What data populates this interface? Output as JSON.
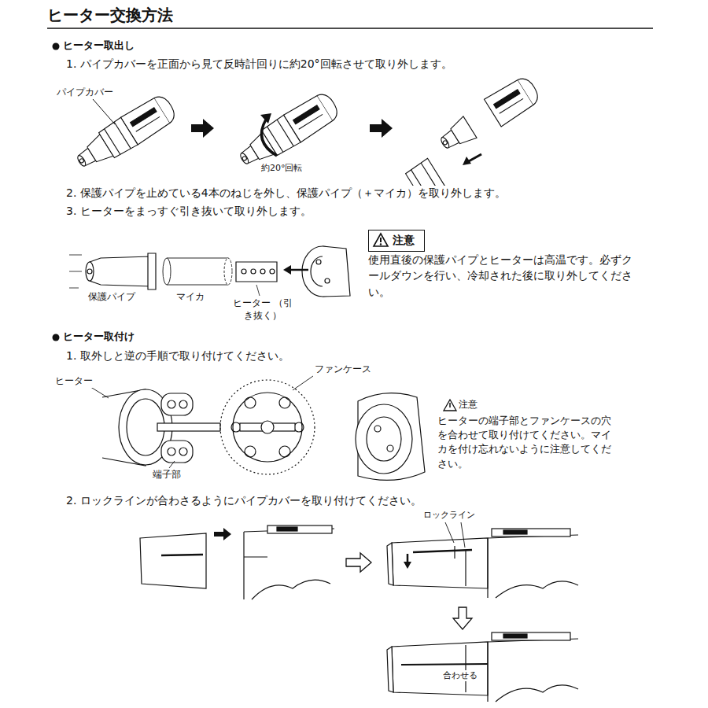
{
  "diagram": {
    "title": "ヒーター交換方法",
    "nodes": [
      {
        "text": [
          "注意"
        ]
      }
    ],
    "labels": [
      "ヒーター取出し",
      "1. パイプカバーを正面から見て反時計回りに約20°回転させて取り外します。",
      "パイプカバー",
      "約20°回転",
      "2. 保護パイプを止めている4本のねじを外し、保護パイプ（＋マイカ）を取り外します。",
      "3. ヒーターをまっすぐ引き抜いて取り外します。",
      "保護パイプ",
      "マイカ",
      "ヒーター （引き抜く）",
      "使用直後の保護パイプとヒーターは高温です。必ずクールダウンを行い、冷却された後に取り外してください。",
      "ヒーター取付け",
      "1. 取外しと逆の手順で取り付けてください。",
      "ヒーター",
      "ファンケース",
      "端子部",
      "注意",
      "ヒーターの端子部とファンケースの穴を合わせて取り付けてください。マイカを付け忘れないように注意してください。",
      "2. ロックラインが合わさるようにパイプカバーを取り付けてください。",
      "ロックライン",
      "合わせる"
    ]
  }
}
